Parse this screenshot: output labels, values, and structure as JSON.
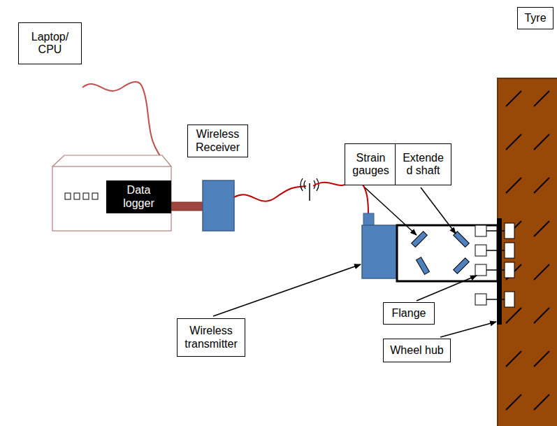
{
  "diagram": {
    "nodes": [
      {
        "text": [
          "Tyre"
        ]
      },
      {
        "text": [
          "Laptop/ CPU"
        ]
      },
      {
        "text": [
          "Wireless Receiver"
        ]
      },
      {
        "text": [
          "Strain gauges"
        ]
      },
      {
        "text": [
          "Extende d shaft"
        ]
      },
      {
        "text": [
          "Data logger"
        ]
      },
      {
        "text": [
          "Flange"
        ]
      },
      {
        "text": [
          "Wireless transmitter"
        ]
      },
      {
        "text": [
          "Wheel hub"
        ]
      }
    ]
  }
}
